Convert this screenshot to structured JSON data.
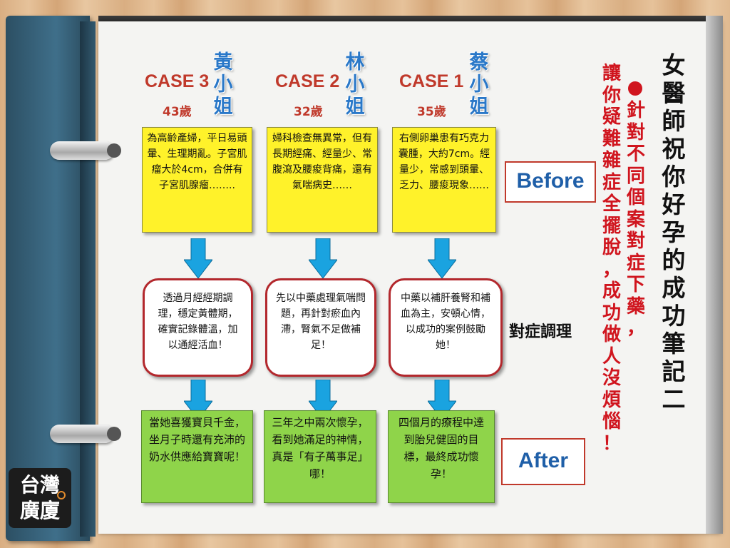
{
  "cases": [
    {
      "label": "CASE 3",
      "age": "43歲",
      "name": [
        "黃",
        "小",
        "姐"
      ],
      "before": "為高齡產婦，平日易頭暈、生理期亂。子宮肌瘤大於4cm，合併有子宮肌腺瘤……..",
      "treatment": "透過月經經期調理，穩定黃體期，確實記錄體溫，加以通經活血！",
      "after": "當她喜獲寶貝千金，坐月子時還有充沛的奶水供應給寶寶呢！"
    },
    {
      "label": "CASE 2",
      "age": "32歲",
      "name": [
        "林",
        "小",
        "姐"
      ],
      "before": "婦科檢查無異常，但有長期經痛、經量少、常腹瀉及腰痠背痛，還有氣喘病史……",
      "treatment": "先以中藥處理氣喘問題，再針對瘀血內滯，腎氣不足做補足！",
      "after": "三年之中兩次懷孕，看到她滿足的神情，真是「有子萬事足」哪！"
    },
    {
      "label": "CASE 1",
      "age": "35歲",
      "name": [
        "蔡",
        "小",
        "姐"
      ],
      "before": "右側卵巢患有巧克力囊腫，大約7cm。經量少，常感到頭暈、乏力、腰痠現象……",
      "treatment": "中藥以補肝養腎和補血為主，安頓心情，以成功的案例鼓勵她！",
      "after": "四個月的療程中達到胎兒健固的目標，最終成功懷孕！"
    }
  ],
  "labels": {
    "before": "Before",
    "middle": "對症調理",
    "after": "After"
  },
  "title": [
    "女",
    "醫",
    "師",
    "祝",
    "你",
    "好",
    "孕",
    "的",
    "成",
    "功",
    "筆",
    "記",
    "二"
  ],
  "subtitle1": [
    "針",
    "對",
    "不",
    "同",
    "個",
    "案",
    "對",
    "症",
    "下",
    "藥",
    "，"
  ],
  "subtitle2": [
    "讓",
    "你",
    "疑",
    "難",
    "雜",
    "症",
    "全",
    "擺",
    "脫",
    "，",
    "成",
    "功",
    "做",
    "人",
    "沒",
    "煩",
    "惱",
    "！"
  ],
  "logo": {
    "line1": "台灣",
    "line2": "廣廈"
  },
  "colors": {
    "arrow": "#1aa3e0",
    "accent_red": "#c0392b",
    "yellow": "#fff22a",
    "green": "#8fd44a"
  }
}
